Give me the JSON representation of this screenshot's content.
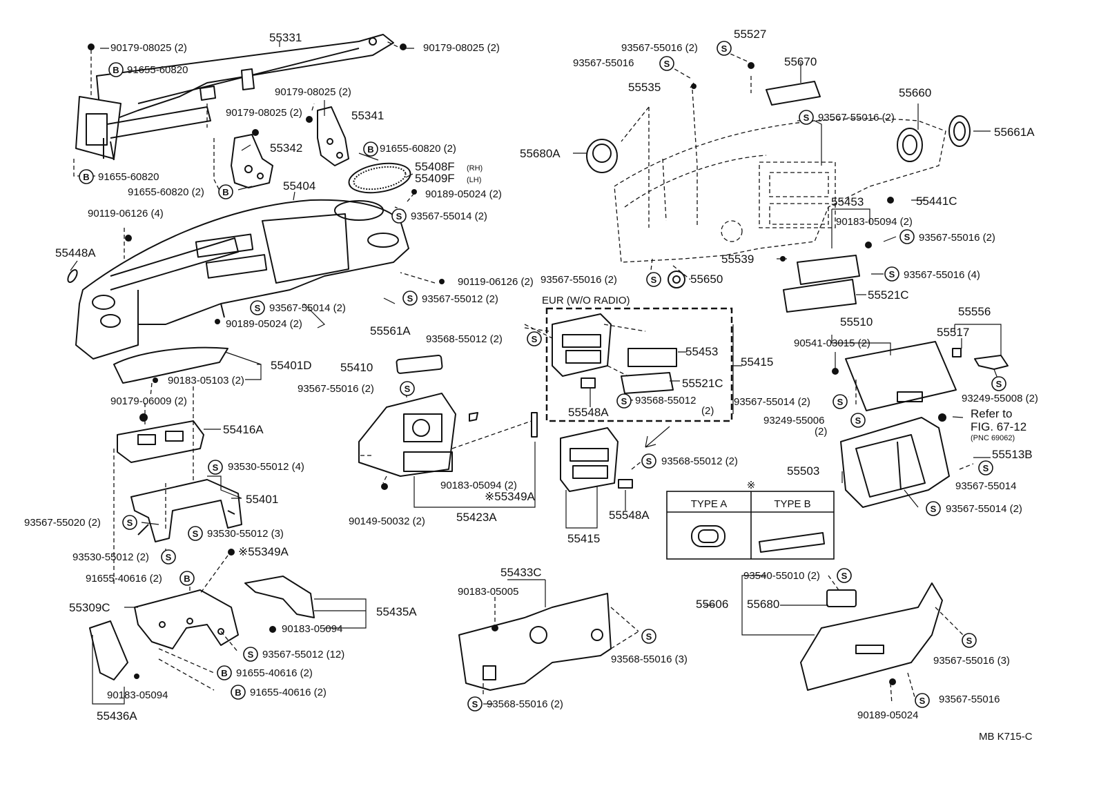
{
  "diagram": {
    "figure_code": "MB  K715-C",
    "section_titles": {
      "eur": "EUR (W/O RADIO)",
      "refer": "Refer to",
      "refer_fig": "FIG. 67-12",
      "refer_pnc": "(PNC 69062)"
    },
    "legend": {
      "mark": "※",
      "type_a": "TYPE  A",
      "type_b": "TYPE  B"
    },
    "symbols": {
      "s": "S",
      "b": "B"
    },
    "labels": {
      "l55331": "55331",
      "l90179a": "90179-08025 (2)",
      "l90179b": "90179-08025 (2)",
      "l91655a": "91655-60820",
      "l90179c": "90179-08025 (2)",
      "l90179d": "90179-08025 (2)",
      "l55341": "55341",
      "l55342": "55342",
      "l91655b": "91655-60820 (2)",
      "l91655c": "91655-60820",
      "l91655d": "91655-60820 (2)",
      "l55408f": "55408F",
      "l55409f": "55409F",
      "rh": "(RH)",
      "lh": "(LH)",
      "l55404": "55404",
      "l90189a": "90189-05024 (2)",
      "l93567_14a": "93567-55014 (2)",
      "l90119a": "90119-06126 (4)",
      "l55448a": "55448A",
      "l90119b": "90119-06126 (2)",
      "l93567_12a": "93567-55012 (2)",
      "l93567_14b": "93567-55014 (2)",
      "l90189b": "90189-05024 (2)",
      "l55561a": "55561A",
      "l55401d": "55401D",
      "l90183_103": "90183-05103 (2)",
      "l90179_009": "90179-06009 (2)",
      "l55416a": "55416A",
      "l93530a": "93530-55012 (4)",
      "l55401": "55401",
      "l93567_20": "93567-55020 (2)",
      "l93530b": "93530-55012 (3)",
      "l93530c": "93530-55012 (2)",
      "l55349a1": "※55349A",
      "l91655_616a": "91655-40616 (2)",
      "l55309c": "55309C",
      "l55435a": "55435A",
      "l90183_094a": "90183-05094",
      "l93567_12b": "93567-55012 (12)",
      "l91655_616b": "91655-40616 (2)",
      "l91655_616c": "91655-40616 (2)",
      "l90183_094b": "90183-05094",
      "l55436a": "55436A",
      "l55410": "55410",
      "l93567_16a": "93567-55016 (2)",
      "l90183_094c": "90183-05094 (2)",
      "l55349a2": "※55349A",
      "l90149": "90149-50032 (2)",
      "l55423a": "55423A",
      "l55433c": "55433C",
      "l90183_005": "90183-05005",
      "l93568_16a": "93568-55016 (3)",
      "l93568_16b": "93568-55016 (2)",
      "l93568_12a": "93568-55012 (2)",
      "l55453a": "55453",
      "l55415a": "55415",
      "l55521ca": "55521C",
      "l93568_12b": "93568-55012",
      "l93568_12b2": "(2)",
      "l55548a1": "55548A",
      "l93568_12c": "93568-55012 (2)",
      "l55548a2": "55548A",
      "l55415b": "55415",
      "l93567_16b": "93567-55016 (2)",
      "l55527": "55527",
      "l93567_16c": "93567-55016",
      "l55535": "55535",
      "l55670": "55670",
      "l55660": "55660",
      "l93567_16d": "93567-55016 (2)",
      "l55680a": "55680A",
      "l55661a": "55661A",
      "l55453b": "55453",
      "l55441c": "55441C",
      "l90183_094d": "90183-05094 (2)",
      "l93567_16e": "93567-55016 (2)",
      "l55539": "55539",
      "l93567_16f": "93567-55016 (4)",
      "l93567_16g": "93567-55016 (2)",
      "l55650": "55650",
      "l55521cb": "55521C",
      "l55510": "55510",
      "l55556": "55556",
      "l90541": "90541-03015 (2)",
      "l55517": "55517",
      "l93567_14c": "93567-55014 (2)",
      "l93249_08": "93249-55008 (2)",
      "l93249_06": "93249-55006",
      "l93249_06b": "(2)",
      "l55513b": "55513B",
      "l55503": "55503",
      "l93567_14d": "93567-55014",
      "l93567_14e": "93567-55014 (2)",
      "l93540": "93540-55010 (2)",
      "l55606": "55606",
      "l55680": "55680",
      "l93567_16h": "93567-55016 (3)",
      "l93567_16i": "93567-55016",
      "l90189c": "90189-05024"
    }
  }
}
